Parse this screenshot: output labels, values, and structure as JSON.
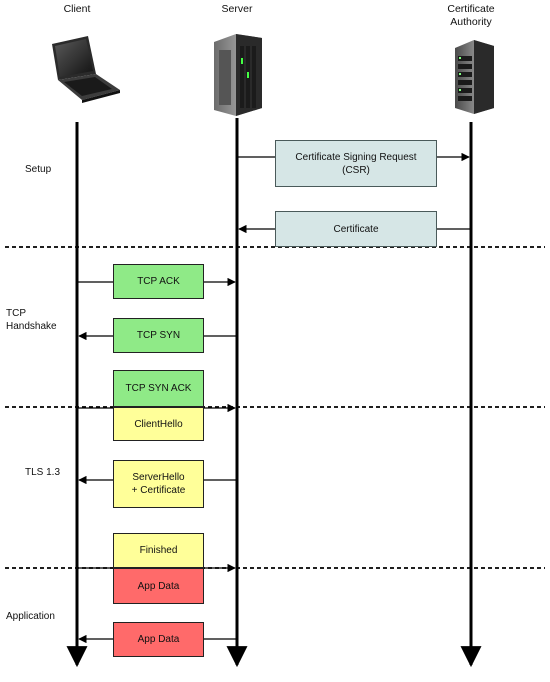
{
  "participants": {
    "client": {
      "label": "Client",
      "icon": "laptop-icon"
    },
    "server": {
      "label": "Server",
      "icon": "server-tower-icon"
    },
    "ca": {
      "label": "Certificate\nAuthority",
      "icon": "server-rack-icon"
    }
  },
  "phases": {
    "setup": "Setup",
    "tcp": "TCP\nHandshake",
    "tls": "TLS 1.3",
    "application": "Application"
  },
  "messages": {
    "csr": "Certificate Signing Request\n(CSR)",
    "certificate": "Certificate",
    "tcp_ack": "TCP ACK",
    "tcp_syn": "TCP SYN",
    "tcp_syn_ack": "TCP SYN ACK",
    "client_hello": "ClientHello",
    "server_hello": "ServerHello\n+ Certificate",
    "finished": "Finished",
    "app_data_1": "App Data",
    "app_data_2": "App Data"
  },
  "colors": {
    "tcp": "#8fea87",
    "tls": "#ffff99",
    "app": "#ff6a6a",
    "ca_message": "#d6e6e6"
  }
}
